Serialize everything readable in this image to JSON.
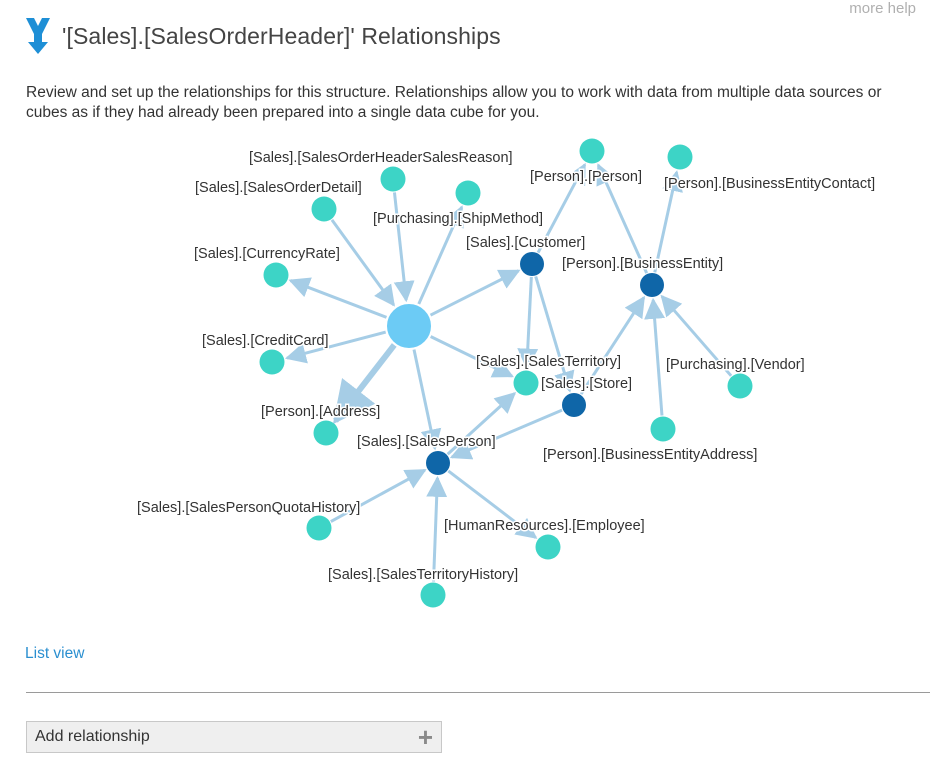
{
  "help": {
    "label": "more help"
  },
  "header": {
    "title": "'[Sales].[SalesOrderHeader]' Relationships"
  },
  "description": "Review and set up the relationships for this structure. Relationships allow you to work with data from multiple data sources or cubes as if they had already been prepared into a single data cube for you.",
  "graph": {
    "nodes": [
      {
        "id": "center",
        "label": "",
        "kind": "center"
      },
      {
        "id": "sohsr",
        "label": "[Sales].[SalesOrderHeaderSalesReason]",
        "kind": "leaf"
      },
      {
        "id": "sod",
        "label": "[Sales].[SalesOrderDetail]",
        "kind": "leaf"
      },
      {
        "id": "shipmethod",
        "label": "[Purchasing].[ShipMethod]",
        "kind": "leaf"
      },
      {
        "id": "currencyrate",
        "label": "[Sales].[CurrencyRate]",
        "kind": "leaf"
      },
      {
        "id": "creditcard",
        "label": "[Sales].[CreditCard]",
        "kind": "leaf"
      },
      {
        "id": "address",
        "label": "[Person].[Address]",
        "kind": "leaf"
      },
      {
        "id": "customer",
        "label": "[Sales].[Customer]",
        "kind": "hub"
      },
      {
        "id": "person",
        "label": "[Person].[Person]",
        "kind": "leaf"
      },
      {
        "id": "bec",
        "label": "[Person].[BusinessEntityContact]",
        "kind": "leaf"
      },
      {
        "id": "businessentity",
        "label": "[Person].[BusinessEntity]",
        "kind": "hub"
      },
      {
        "id": "territory",
        "label": "[Sales].[SalesTerritory]",
        "kind": "leaf"
      },
      {
        "id": "store",
        "label": "[Sales].[Store]",
        "kind": "hub"
      },
      {
        "id": "vendor",
        "label": "[Purchasing].[Vendor]",
        "kind": "leaf"
      },
      {
        "id": "bea",
        "label": "[Person].[BusinessEntityAddress]",
        "kind": "leaf"
      },
      {
        "id": "salesperson",
        "label": "[Sales].[SalesPerson]",
        "kind": "hub"
      },
      {
        "id": "quota",
        "label": "[Sales].[SalesPersonQuotaHistory]",
        "kind": "leaf"
      },
      {
        "id": "employee",
        "label": "[HumanResources].[Employee]",
        "kind": "leaf"
      },
      {
        "id": "territoryhistory",
        "label": "[Sales].[SalesTerritoryHistory]",
        "kind": "leaf"
      }
    ],
    "edges": [
      {
        "from": "sohsr",
        "to": "center"
      },
      {
        "from": "sod",
        "to": "center"
      },
      {
        "from": "center",
        "to": "shipmethod"
      },
      {
        "from": "center",
        "to": "currencyrate"
      },
      {
        "from": "center",
        "to": "creditcard"
      },
      {
        "from": "center",
        "to": "address"
      },
      {
        "from": "center",
        "to": "customer"
      },
      {
        "from": "center",
        "to": "territory"
      },
      {
        "from": "center",
        "to": "salesperson"
      },
      {
        "from": "customer",
        "to": "person"
      },
      {
        "from": "customer",
        "to": "territory"
      },
      {
        "from": "customer",
        "to": "store"
      },
      {
        "from": "businessentity",
        "to": "person"
      },
      {
        "from": "businessentity",
        "to": "bec"
      },
      {
        "from": "store",
        "to": "businessentity"
      },
      {
        "from": "store",
        "to": "salesperson"
      },
      {
        "from": "vendor",
        "to": "businessentity"
      },
      {
        "from": "bea",
        "to": "businessentity"
      },
      {
        "from": "salesperson",
        "to": "territory"
      },
      {
        "from": "quota",
        "to": "salesperson"
      },
      {
        "from": "salesperson",
        "to": "employee"
      },
      {
        "from": "territoryhistory",
        "to": "salesperson"
      }
    ],
    "colors": {
      "center": "#6ccbf5",
      "hub": "#0f66a8",
      "leaf": "#3dd4c6",
      "edge": "#a6cde6"
    }
  },
  "list_view": {
    "label": "List view"
  },
  "add_relationship": {
    "label": "Add relationship",
    "icon": "plus-icon"
  },
  "logo": {
    "icon": "merge-arrow-icon",
    "color": "#1e8fd6"
  }
}
